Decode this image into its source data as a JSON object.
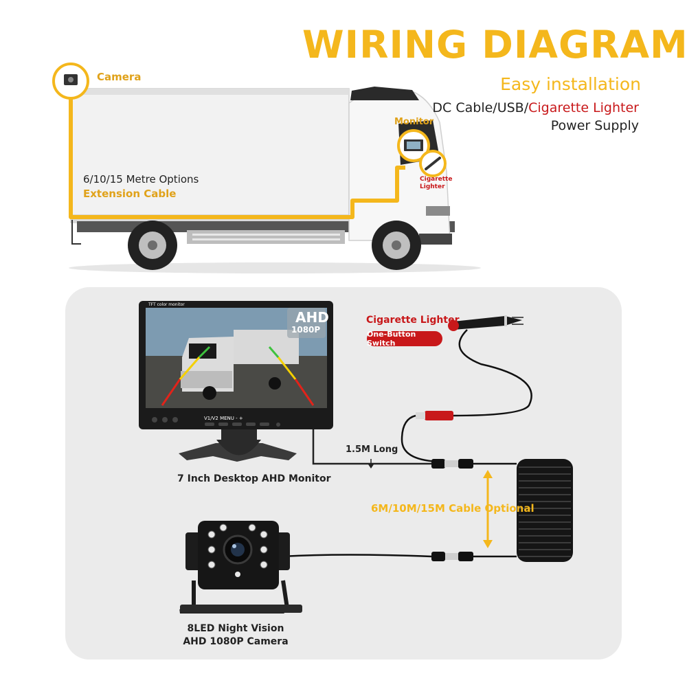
{
  "header": {
    "title": "WIRING DIAGRAM",
    "subtitle": "Easy installation",
    "power_line1_prefix": "DC Cable/USB/",
    "power_line1_highlight": "Cigarette Lighter",
    "power_line2": "Power Supply"
  },
  "truck_labels": {
    "camera": "Camera",
    "monitor": "Monitor",
    "cigarette": "Cigarette Lighter",
    "metre_options": "6/10/15 Metre Options",
    "extension_cable": "Extension Cable"
  },
  "panel": {
    "cigarette_lighter": "Cigarette Lighter",
    "switch_badge": "One-Button Switch",
    "cable_length": "1.5M Long",
    "monitor_caption": "7 Inch Desktop AHD Monitor",
    "cable_optional": "6M/10M/15M Cable Optional",
    "camera_caption_line1": "8LED Night Vision",
    "camera_caption_line2": "AHD 1080P Camera"
  },
  "monitor_screen": {
    "badge_main": "AHD",
    "badge_sub": "1080P",
    "top_label": "TFT color monitor",
    "buttons": "V1/V2   MENU   -   +"
  },
  "colors": {
    "accent_yellow": "#f4b71c",
    "accent_red": "#c8181a",
    "panel_gray": "#ebebeb"
  }
}
